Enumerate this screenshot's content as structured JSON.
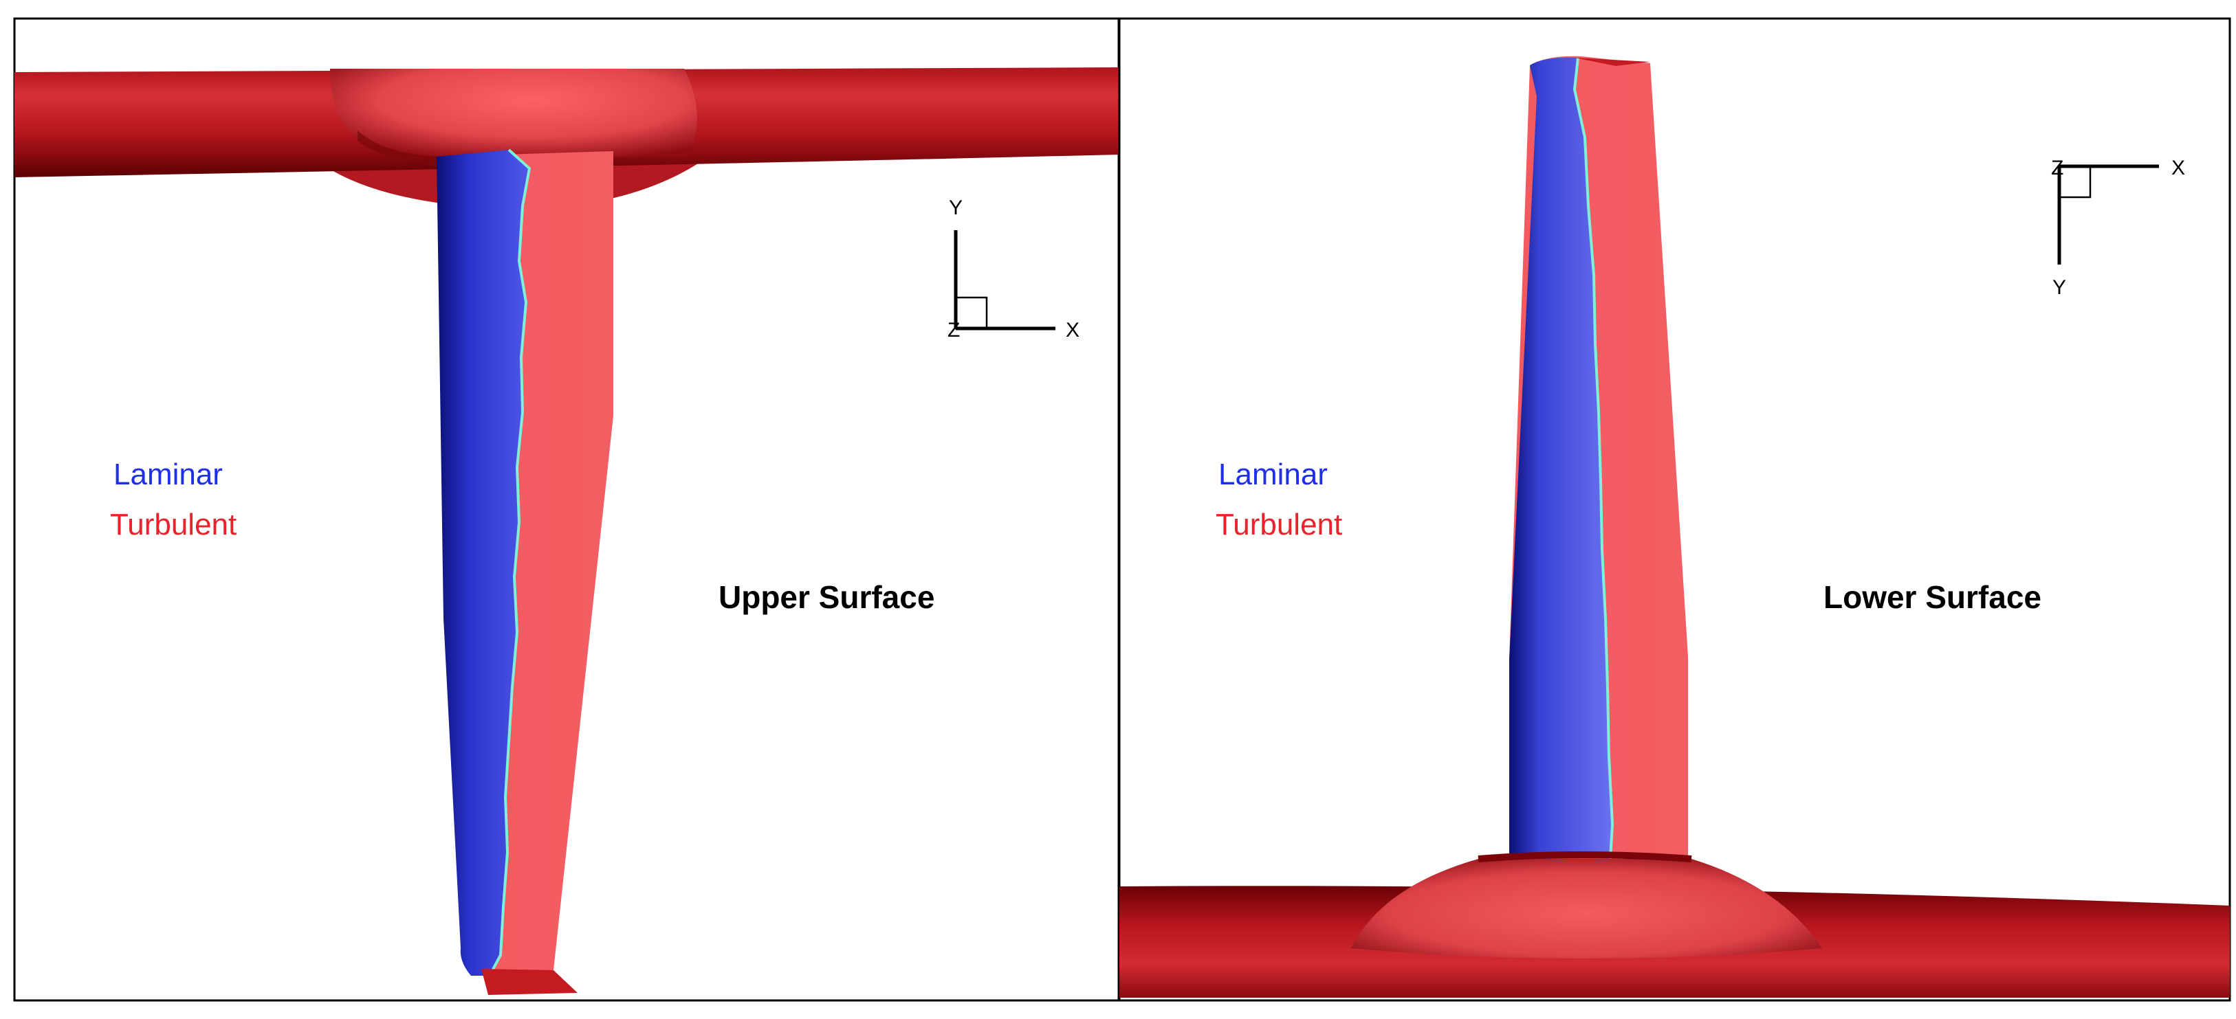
{
  "colors": {
    "laminar": "#1f2fe6",
    "turbulent": "#e8242a",
    "axes": "#000000",
    "label_dark": "#000000"
  },
  "panels": [
    {
      "id": "upper",
      "title": "Upper Surface",
      "legend": {
        "laminar": "Laminar",
        "turbulent": "Turbulent"
      },
      "axes": {
        "horizontal": "X",
        "vertical": "Y",
        "normal": "Z"
      }
    },
    {
      "id": "lower",
      "title": "Lower Surface",
      "legend": {
        "laminar": "Laminar",
        "turbulent": "Turbulent"
      },
      "axes": {
        "horizontal": "X",
        "vertical": "Y",
        "normal": "Z"
      }
    }
  ]
}
